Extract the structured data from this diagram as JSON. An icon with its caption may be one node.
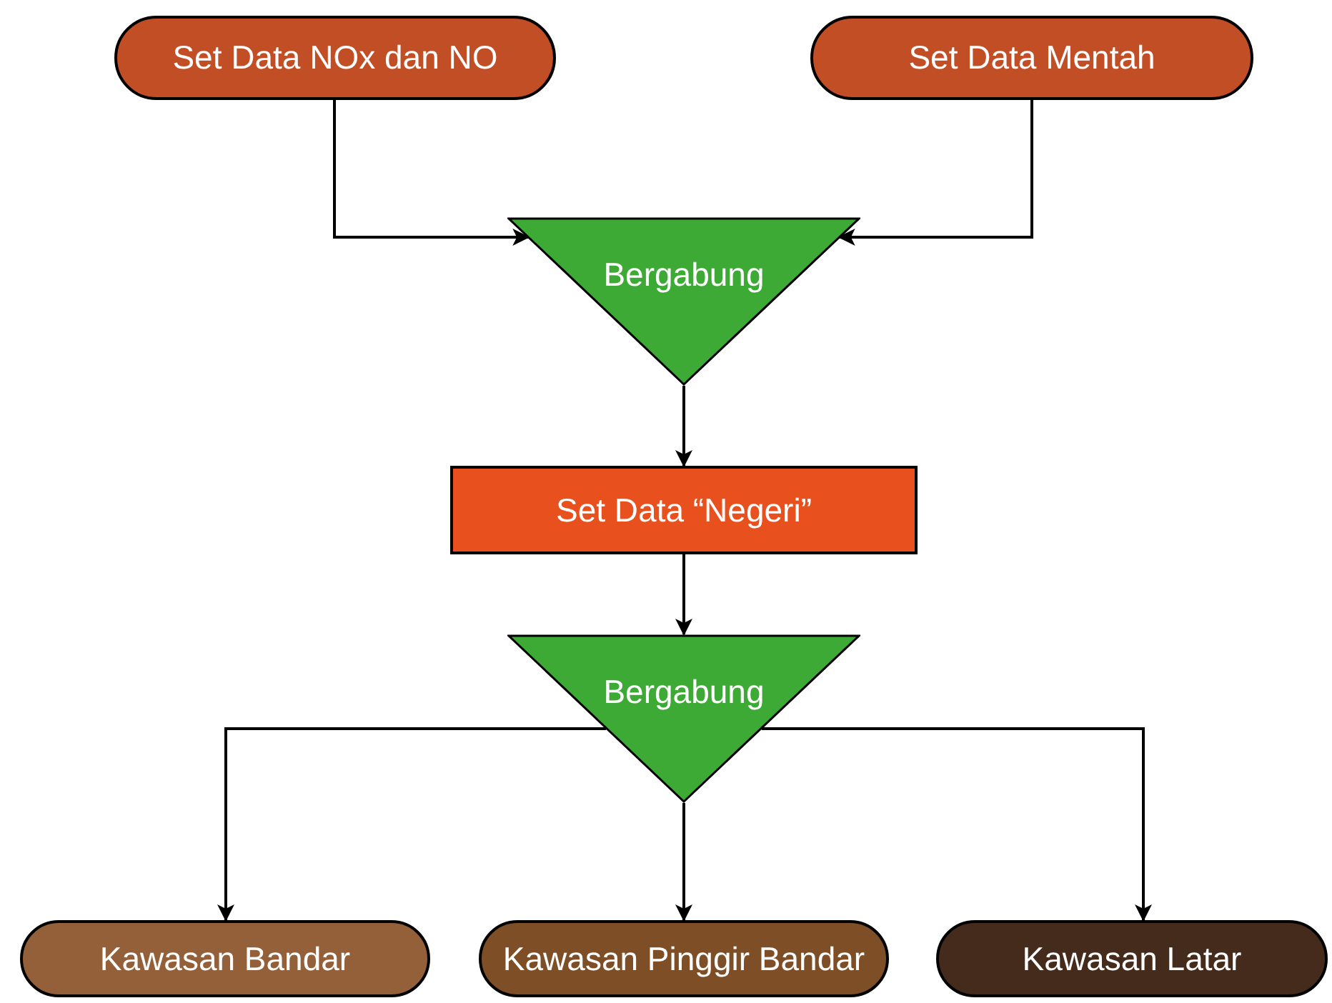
{
  "diagram": {
    "nodes": [
      {
        "text": [
          "Set Data NOx dan NO"
        ]
      },
      {
        "text": [
          "Set Data Mentah"
        ]
      },
      {
        "text": [
          "Bergabung"
        ]
      },
      {
        "text": [
          "Set Data “Negeri”"
        ]
      },
      {
        "text": [
          "Bergabung"
        ]
      },
      {
        "text": [
          "Kawasan Bandar"
        ]
      },
      {
        "text": [
          "Kawasan Pinggir Bandar"
        ]
      },
      {
        "text": [
          "Kawasan Latar"
        ]
      }
    ],
    "edges": [
      {
        "from": 0,
        "to": 2,
        "arrow": "to"
      },
      {
        "from": 1,
        "to": 2,
        "arrow": "to"
      },
      {
        "from": 2,
        "to": 3,
        "arrow": "to"
      },
      {
        "from": 3,
        "to": 4,
        "arrow": "to"
      },
      {
        "from": 4,
        "to": 5,
        "arrow": "to"
      },
      {
        "from": 4,
        "to": 6,
        "arrow": "to"
      },
      {
        "from": 4,
        "to": 7,
        "arrow": "to"
      }
    ]
  }
}
